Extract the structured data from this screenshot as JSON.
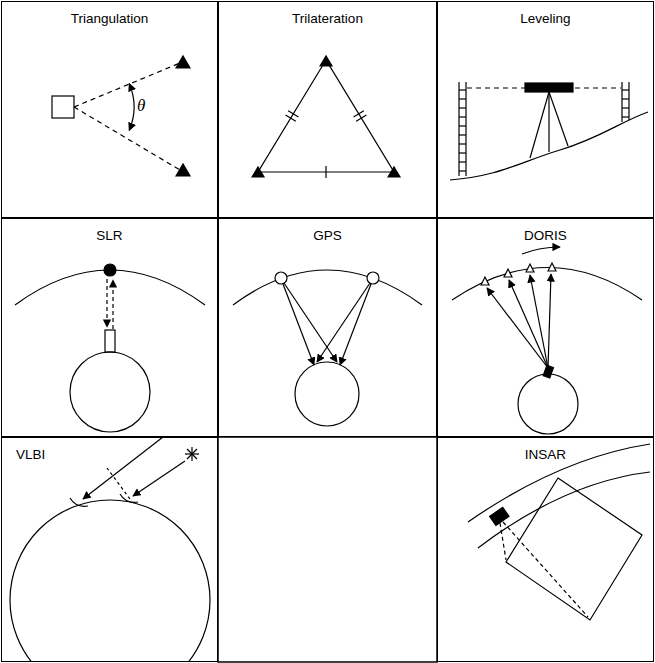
{
  "diagram": {
    "nodes": [
      {
        "text": [
          "Triangulation"
        ]
      },
      {
        "text": [
          "Trilateration"
        ]
      },
      {
        "text": [
          "Leveling"
        ]
      },
      {
        "text": [
          "SLR"
        ]
      },
      {
        "text": [
          "GPS"
        ]
      },
      {
        "text": [
          "DORIS"
        ]
      },
      {
        "text": [
          "VLBI"
        ]
      },
      {
        "text": [
          "INSAR"
        ]
      }
    ],
    "labels": [
      "θ"
    ]
  }
}
